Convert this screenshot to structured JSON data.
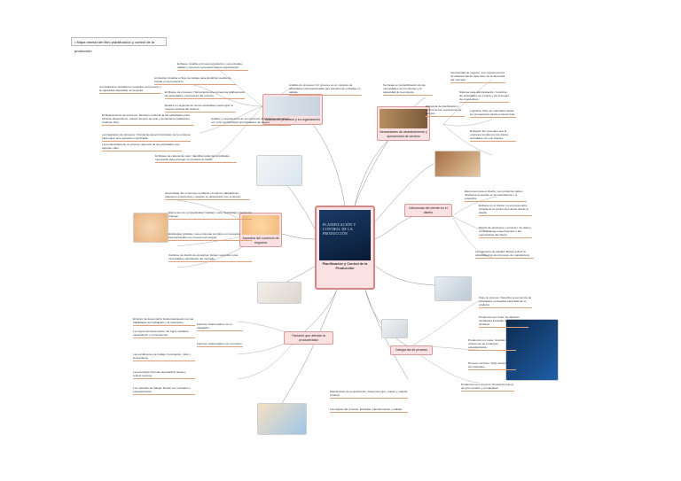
{
  "document": {
    "title": "• Mapa mental del libro planificación y control de la producción"
  },
  "center": {
    "cover_text": "PLANIFICACIÓN Y CONTROL DE LA PRODUCCIÓN",
    "caption": "Planificación y Control de la Producción"
  },
  "topics": [
    {
      "label": "Análisis de procesos y su organización"
    },
    {
      "label": "Necesidades de abastecimiento y operaciones de servicio"
    },
    {
      "label": "Aspectos del comercio de negocios"
    },
    {
      "label": "Influencias del cliente en el diseño"
    },
    {
      "label": "Factores que afectan la productividad"
    },
    {
      "label": "Categorías de proceso"
    }
  ],
  "notes": [
    {
      "text": "Enfoque: Analiza el proceso productivo, sus entradas, salidas y recursos necesarios para la organización"
    },
    {
      "text": "Al diseñar: Analizar el flujo de trabajo para identificar cuellos de botella en la producción"
    },
    {
      "text": "Al inicializarse: Estudia los requisitos del proceso y la capacidad disponible de la planta"
    },
    {
      "text": "El Mapeo de procesos: Herramienta que representa gráficamente las actividades y decisiones del proceso"
    },
    {
      "text": "Realiza un seguimiento de las actividades para lograr la mejora continua del sistema"
    },
    {
      "text": "El Mejoramiento de procesos: Revisión continua de las actividades para eliminar desperdicios, reducir tiempos de ciclo y aumentar la calidad del producto final"
    },
    {
      "text": "La Integración de procesos: Vincula las áreas funcionales de la empresa para lograr una operación coordinada"
    },
    {
      "text": "La productividad de un proceso depende de las actividades que agregan valor"
    },
    {
      "text": "El Mapeo de cadena de valor: Identifica todas las actividades necesarias para entregar un producto al cliente"
    },
    {
      "text": "Análisis y mejoramiento de los procesos: Estudia las actividades con el fin de identificar oportunidades de mejora"
    },
    {
      "text": "Análisis de procesos: Un proceso es un conjunto de actividades interrelacionadas que transforman entradas en salidas"
    },
    {
      "text": "Se basan en la planificación de las necesidades de los clientes y la capacidad de la empresa"
    },
    {
      "text": "Oportunidad de negocio: Los requerimientos de abastecimiento dependen de la demanda del mercado"
    },
    {
      "text": "Sistema para administración: Coordina las actividades de compra y las entregas de proveedores"
    },
    {
      "text": "Logística: Flujo de materiales desde los proveedores hasta el cliente final"
    },
    {
      "text": "Entregas: Es necesario que la empresa cumpla con los plazos acordados con sus clientes"
    },
    {
      "text": "Eficiencia de planificación y control de las operaciones de servicio"
    },
    {
      "text": "Aprendizaje: Es el proceso mediante el cual los trabajadores adquieren experiencia y mejoran su desempeño con el tiempo"
    },
    {
      "text": "Elementos de competitividad: Calidad, costo, flexibilidad y tiempo de entrega"
    },
    {
      "text": "Estrategias globales: Las empresas compiten en mercados internacionales con nuevas tecnologías"
    },
    {
      "text": "Cambios de diseño de productos: Deben responder a las necesidades cambiantes del mercado"
    },
    {
      "text": "Elementos para el diseño: Los productos deben diseñarse pensando en la manufactura y el ensamble"
    },
    {
      "text": "Enfoque en el cliente: La empresa debe considerar la opinión del cliente desde el diseño"
    },
    {
      "text": "Diseño de productos y servicios: Se deben considerar los requerimientos y las expectativas del cliente"
    },
    {
      "text": "La ingeniería de calidad: Busca reducir la variabilidad de los procesos de manufactura"
    },
    {
      "text": "El factor de desempeño: Está relacionado con las habilidades del trabajador y la motivación"
    },
    {
      "text": "La mejora del desempeño: Se logra mediante capacitación y recompensas"
    },
    {
      "text": "Las condiciones de trabajo: Iluminación, ruido y temperatura"
    },
    {
      "text": "La tecnología: Permite automatizar tareas y reducir tiempos"
    },
    {
      "text": "Los métodos de trabajo: Deben ser revisados y estandarizados"
    },
    {
      "text": "Factores relacionados con el trabajador"
    },
    {
      "text": "Factores relacionados con el entorno"
    },
    {
      "text": "Flujo de proceso: Describe la secuencia de actividades necesarias para fabricar un producto"
    },
    {
      "text": "Producción por lotes: Se fabrican cantidades limitadas de productos similares"
    },
    {
      "text": "Producción en masa: Grandes volúmenes de productos estandarizados"
    },
    {
      "text": "Proceso continuo: Flujo ininterrumpido de materiales"
    },
    {
      "text": "Producción por proyecto: Productos únicos de gran tamaño y complejidad"
    },
    {
      "text": "Planificación de la producción: Determina qué, cuánto y cuándo producir"
    },
    {
      "text": "Las etapas del proceso: Entradas, transformación y salidas"
    }
  ]
}
